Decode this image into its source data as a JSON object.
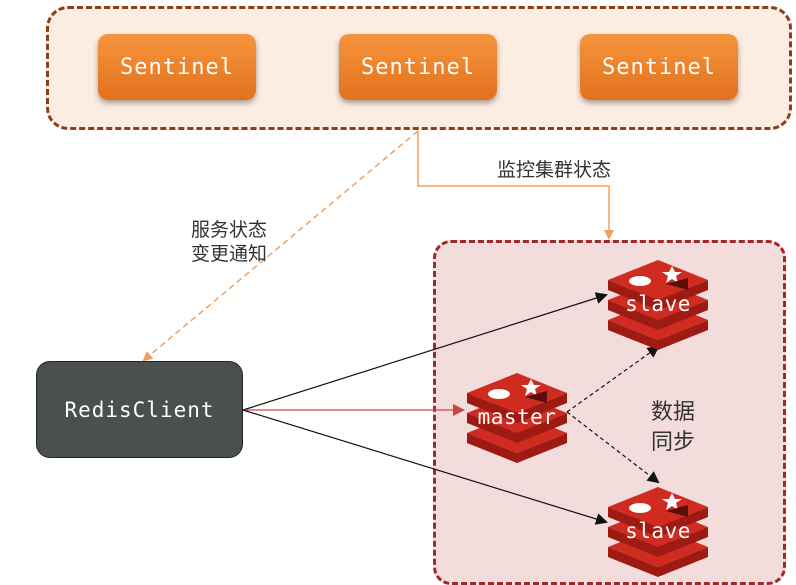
{
  "sentinels": [
    {
      "label": "Sentinel"
    },
    {
      "label": "Sentinel"
    },
    {
      "label": "Sentinel"
    }
  ],
  "client": {
    "label": "RedisClient"
  },
  "nodes": {
    "slave_top": "slave",
    "master": "master",
    "slave_bottom": "slave"
  },
  "edge_labels": {
    "monitor_cluster": "监控集群状态",
    "notify_line1": "服务状态",
    "notify_line2": "变更通知",
    "sync_line1": "数据",
    "sync_line2": "同步"
  },
  "colors": {
    "sentinel_fill": "#ee8228",
    "sentinel_group_bg": "#fcede2",
    "redis_group_bg": "#f3dcdc",
    "redis_group_border": "#a02828",
    "client_fill": "#4a4f4f",
    "redis_logo_red": "#cf2b20",
    "arrow_orange": "#f0a060",
    "arrow_black": "#111111",
    "arrow_red": "#cc4444"
  },
  "icons": {
    "redis_logo": "redis-cube-icon"
  }
}
